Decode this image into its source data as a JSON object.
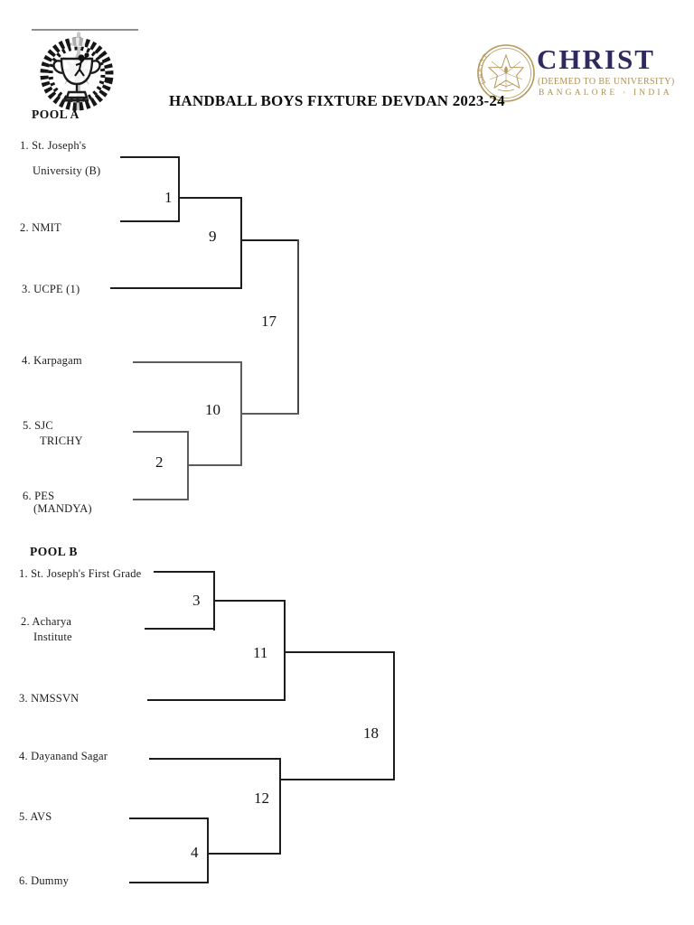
{
  "page": {
    "title": "HANDBALL BOYS FIXTURE DEVDAN 2023-24"
  },
  "logos": {
    "left_emblem_icon": "laurel-wreath-trophy-handball-emblem",
    "christ": {
      "seal_icon": "christ-university-seal",
      "seal_text": "CHRIST",
      "name": "CHRIST",
      "subtitle": "(DEEMED TO BE UNIVERSITY)",
      "location": "BANGALORE · INDIA",
      "navy": "#2e2a5e",
      "gold": "#ac8f54"
    }
  },
  "pool_a": {
    "label": "POOL A",
    "teams": [
      {
        "lines": [
          "1. St. Joseph's",
          "University (B)"
        ]
      },
      {
        "lines": [
          "2. NMIT"
        ]
      },
      {
        "lines": [
          "3. UCPE (1)"
        ]
      },
      {
        "lines": [
          "4. Karpagam"
        ]
      },
      {
        "lines": [
          "5. SJC",
          "TRICHY"
        ]
      },
      {
        "lines": [
          "6. PES",
          "(MANDYA)"
        ]
      }
    ],
    "matches": {
      "m1": "1",
      "m9": "9",
      "m17": "17",
      "m10": "10",
      "m2": "2"
    }
  },
  "pool_b": {
    "label": "POOL B",
    "teams": [
      {
        "lines": [
          "1. St. Joseph's First Grade"
        ]
      },
      {
        "lines": [
          "2. Acharya",
          "Institute"
        ]
      },
      {
        "lines": [
          "3. NMSSVN"
        ]
      },
      {
        "lines": [
          "4. Dayanand Sagar"
        ]
      },
      {
        "lines": [
          "5. AVS"
        ]
      },
      {
        "lines": [
          "6. Dummy"
        ]
      }
    ],
    "matches": {
      "m3": "3",
      "m11": "11",
      "m18": "18",
      "m12": "12",
      "m4": "4"
    }
  }
}
